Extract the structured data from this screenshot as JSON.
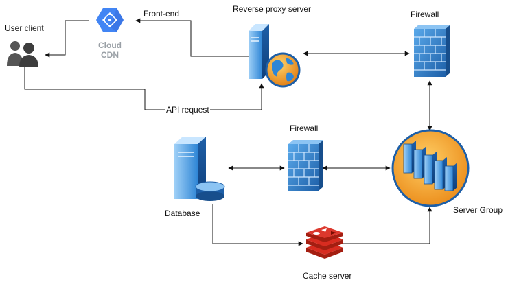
{
  "nodes": {
    "user_client": {
      "label": "User client"
    },
    "cloud_cdn": {
      "label_line1": "Cloud",
      "label_line2": "CDN"
    },
    "reverse_proxy": {
      "label": "Reverse proxy server"
    },
    "firewall_top": {
      "label": "Firewall"
    },
    "firewall_mid": {
      "label": "Firewall"
    },
    "database": {
      "label": "Database"
    },
    "server_group": {
      "label": "Server Group"
    },
    "cache_server": {
      "label": "Cache server"
    }
  },
  "edges": {
    "front_end": {
      "label": "Front-end"
    },
    "api_request": {
      "label": "API request"
    }
  },
  "colors": {
    "cdn_blue": "#4285f4",
    "server_blue": "#3f8fd8",
    "firewall_blue": "#2f7fd0",
    "globe_orange": "#f08c1c",
    "redis_red": "#c4302b",
    "line": "#111111",
    "cdn_text": "#9aa0a6"
  }
}
